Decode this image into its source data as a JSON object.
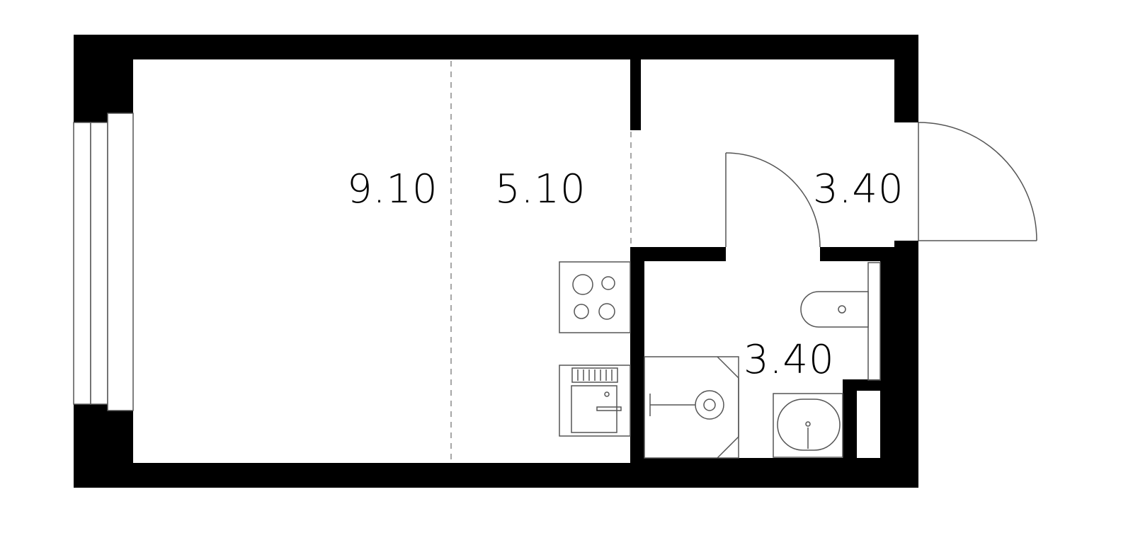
{
  "colors": {
    "wall": "#000000",
    "background": "#ffffff",
    "line": "#555555",
    "dash": "#888888"
  },
  "rooms": {
    "living_area": "9.10",
    "kitchen_area": "5.10",
    "hallway_area": "3.40",
    "bathroom_area": "3.40"
  },
  "icons": [
    "stove-icon",
    "sink-icon",
    "toilet-icon",
    "washbasin-icon",
    "shower-icon",
    "window-icon",
    "door-icon"
  ]
}
